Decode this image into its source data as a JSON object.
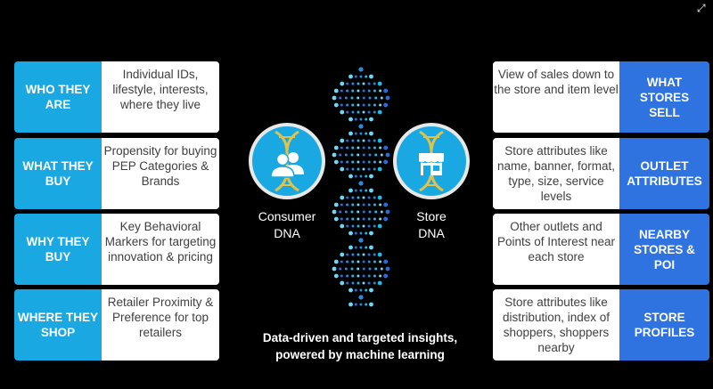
{
  "left_rows": [
    {
      "tag": "WHO THEY ARE",
      "desc": "Individual IDs, lifestyle, interests, where they live"
    },
    {
      "tag": "WHAT THEY BUY",
      "desc": "Propensity for buying PEP Categories & Brands"
    },
    {
      "tag": "WHY THEY BUY",
      "desc": "Key Behavioral Markers for targeting innovation & pricing"
    },
    {
      "tag": "WHERE THEY SHOP",
      "desc": "Retailer Proximity & Preference for top retailers"
    }
  ],
  "right_rows": [
    {
      "tag": "WHAT STORES SELL",
      "desc": "View of sales down to the store and item level"
    },
    {
      "tag": "OUTLET ATTRIBUTES",
      "desc": "Store attributes like name, banner, format, type, size, service levels"
    },
    {
      "tag": "NEARBY STORES & POI",
      "desc": "Other outlets and Points of Interest near each store"
    },
    {
      "tag": "STORE PROFILES",
      "desc": "Store attributes like distribution, index of shoppers, shoppers nearby"
    }
  ],
  "center": {
    "consumer_label_1": "Consumer",
    "consumer_label_2": "DNA",
    "store_label_1": "Store",
    "store_label_2": "DNA",
    "caption_line_1": "Data-driven and targeted insights,",
    "caption_line_2": "powered by machine learning"
  },
  "icons": {
    "consumer": "people-icon",
    "store": "storefront-icon",
    "expand": "expand-icon"
  },
  "colors": {
    "left_tag": "#1aa8e3",
    "right_tag": "#2f73e0",
    "circle": "#1aa8e3",
    "helix_gold": "#e0c24a",
    "background": "#000000"
  }
}
